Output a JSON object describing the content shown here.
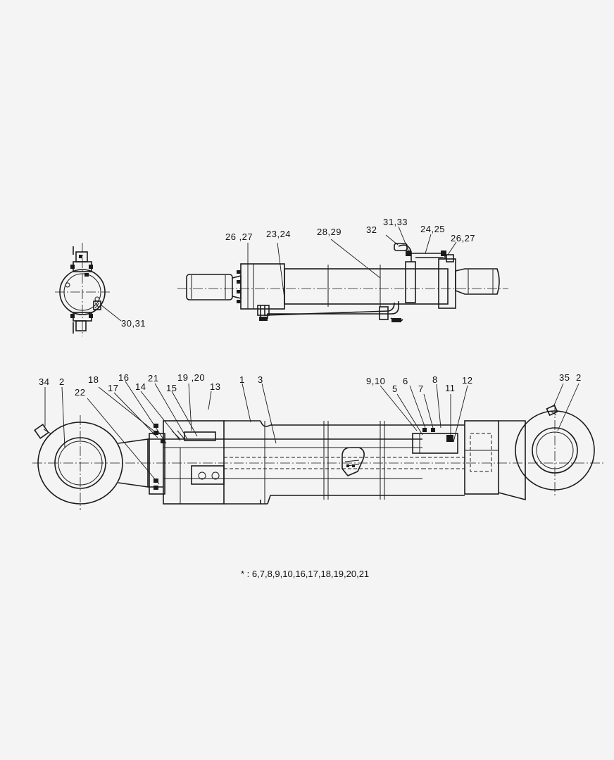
{
  "top_labels": {
    "l_26_27a": "26 ,27",
    "l_23_24": "23,24",
    "l_28_29": "28,29",
    "l_32": "32",
    "l_31_33": "31,33",
    "l_24_25": "24,25",
    "l_26_27b": "26,27",
    "l_30_31": "30,31"
  },
  "bottom_labels": {
    "l_34": "34",
    "l_2a": "2",
    "l_18": "18",
    "l_16": "16",
    "l_22": "22",
    "l_17": "17",
    "l_14": "14",
    "l_21": "21",
    "l_15": "15",
    "l_19_20": "19 ,20",
    "l_13": "13",
    "l_1": "1",
    "l_3": "3",
    "l_9_10": "9,10",
    "l_5": "5",
    "l_6": "6",
    "l_7": "7",
    "l_8": "8",
    "l_11": "11",
    "l_12": "12",
    "l_35": "35",
    "l_2b": "2"
  },
  "footnote": "* : 6,7,8,9,10,16,17,18,19,20,21"
}
